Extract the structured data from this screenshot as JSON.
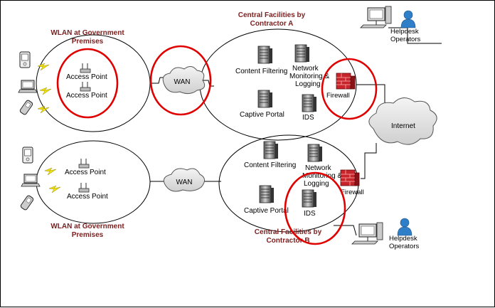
{
  "labels": {
    "wlan_top": [
      "WLAN at Government",
      "Premises"
    ],
    "wlan_bottom": [
      "WLAN at Government",
      "Premises"
    ],
    "central_a": [
      "Central Facilities by",
      "Contractor A"
    ],
    "central_b": [
      "Central Facilities by",
      "Contractor B"
    ],
    "access_point": "Access Point",
    "wan": "WAN",
    "internet": "Internet",
    "firewall": "Firewall",
    "content_filtering": "Content Filtering",
    "network_monitoring": [
      "Network",
      "Monitoring &",
      "Logging"
    ],
    "captive_portal": "Captive Portal",
    "ids": "IDS",
    "helpdesk": [
      "Helpdesk",
      "Operators"
    ]
  },
  "colors": {
    "title_text": "#7b1f1f",
    "highlight_circle": "#e00000",
    "firewall_brick": "#c8242b",
    "signal_bolt": "#f2e30a",
    "person_icon": "#2f7fc8",
    "cloud_fill": "#e8e8e8"
  }
}
